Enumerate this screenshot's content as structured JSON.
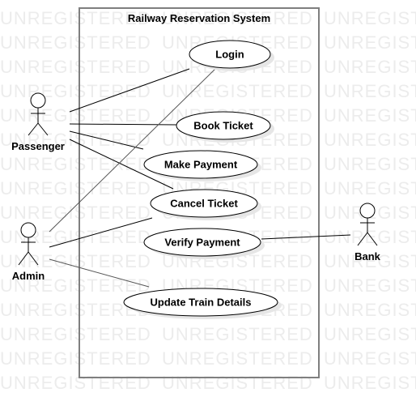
{
  "diagram": {
    "type": "uml-use-case",
    "system_title": "Railway Reservation System",
    "watermark_text": "UNREGISTERED",
    "colors": {
      "stroke": "#000000",
      "boundary": "#7f7f7f",
      "shadow": "#e6e6e6",
      "watermark": "#ececec"
    },
    "actors": [
      {
        "id": "passenger",
        "name": "Passenger"
      },
      {
        "id": "admin",
        "name": "Admin"
      },
      {
        "id": "bank",
        "name": "Bank"
      }
    ],
    "use_cases": [
      {
        "id": "login",
        "name": "Login"
      },
      {
        "id": "book-ticket",
        "name": "Book Ticket"
      },
      {
        "id": "make-payment",
        "name": "Make Payment"
      },
      {
        "id": "cancel-ticket",
        "name": "Cancel Ticket"
      },
      {
        "id": "verify-payment",
        "name": "Verify Payment"
      },
      {
        "id": "update-train-details",
        "name": "Update Train Details"
      }
    ],
    "associations": [
      {
        "actor": "passenger",
        "use_case": "login"
      },
      {
        "actor": "passenger",
        "use_case": "book-ticket"
      },
      {
        "actor": "passenger",
        "use_case": "make-payment"
      },
      {
        "actor": "passenger",
        "use_case": "cancel-ticket"
      },
      {
        "actor": "admin",
        "use_case": "login"
      },
      {
        "actor": "admin",
        "use_case": "cancel-ticket"
      },
      {
        "actor": "admin",
        "use_case": "update-train-details"
      },
      {
        "actor": "bank",
        "use_case": "verify-payment"
      }
    ]
  }
}
